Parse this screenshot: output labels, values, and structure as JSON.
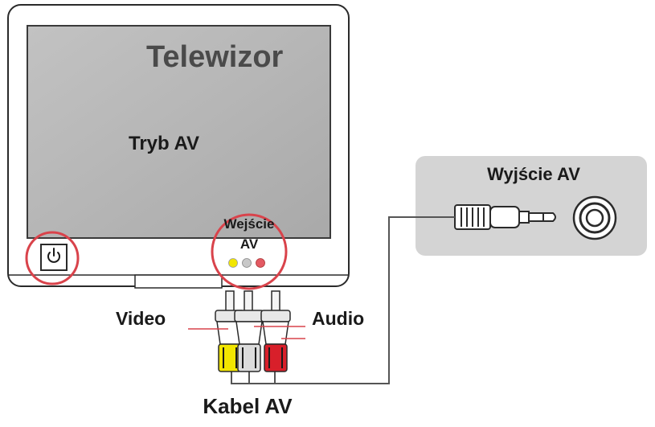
{
  "tv": {
    "title": "Telewizor",
    "mode": "Tryb AV",
    "input_label_line1": "Wejście",
    "input_label_line2": "AV"
  },
  "device": {
    "output_label": "Wyjście AV"
  },
  "cable": {
    "label": "Kabel AV",
    "video_label": "Video",
    "audio_label": "Audio"
  },
  "colors": {
    "highlight_circle": "#d9434b",
    "jack_yellow": "#f2e600",
    "jack_white": "#c8c8c8",
    "jack_red": "#d81f2a",
    "screen": "#b3b3b3",
    "device_panel": "#d4d4d4"
  },
  "icons": {
    "power": "power-icon"
  }
}
